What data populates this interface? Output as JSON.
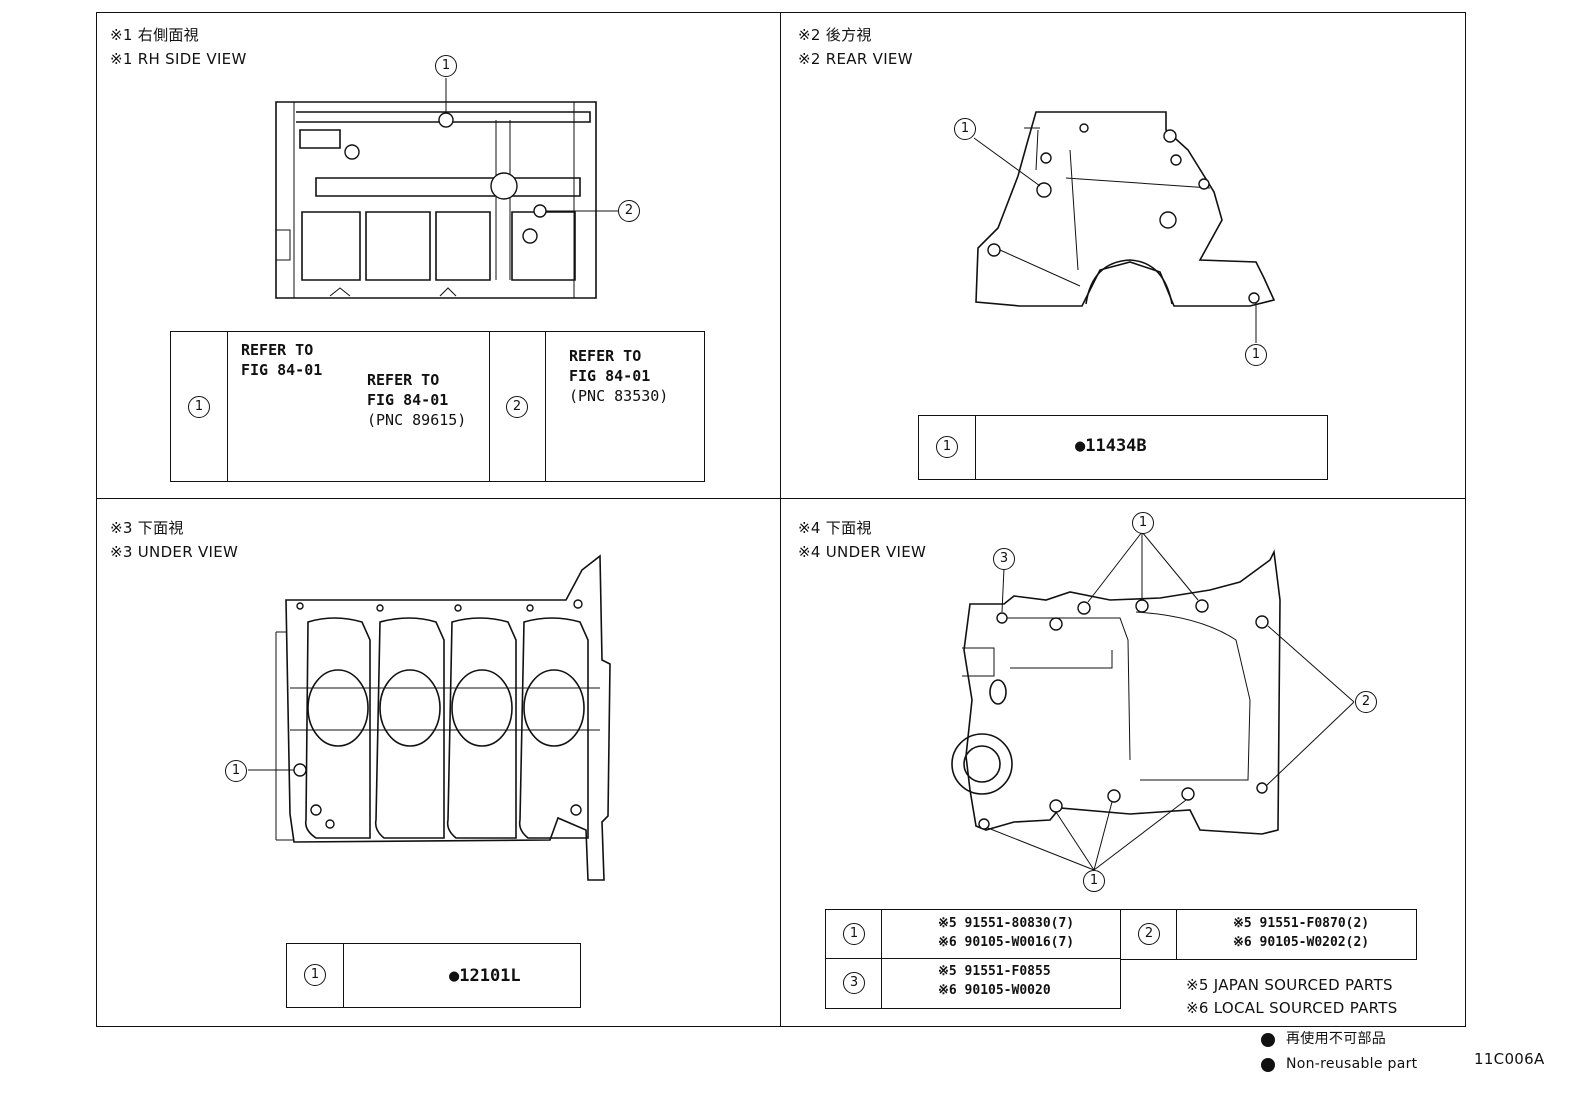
{
  "panels": {
    "rh_side": {
      "title_jp": "※1 右側面視",
      "title_en": "※1 RH SIDE VIEW"
    },
    "rear": {
      "title_jp": "※2 後方視",
      "title_en": "※2 REAR VIEW"
    },
    "under3": {
      "title_jp": "※3 下面視",
      "title_en": "※3 UNDER VIEW"
    },
    "under4": {
      "title_jp": "※4 下面視",
      "title_en": "※4 UNDER VIEW"
    }
  },
  "callouts": {
    "one": "1",
    "two": "2",
    "three": "3"
  },
  "rh_table": {
    "refer_a_line1": "REFER TO",
    "refer_a_line2": "FIG 84-01",
    "refer_b_line1": "REFER TO",
    "refer_b_line2": "FIG 84-01",
    "refer_b_pnc": "(PNC 89615)",
    "refer_c_line1": "REFER TO",
    "refer_c_line2": "FIG 84-01",
    "refer_c_pnc": "(PNC 83530)"
  },
  "rear_table": {
    "part": "●11434B"
  },
  "under3_table": {
    "part": "●12101L"
  },
  "under4_table": {
    "row1_a": "※5 91551-80830(7)",
    "row1_b": "※6 90105-W0016(7)",
    "row2_a": "※5 91551-F0870(2)",
    "row2_b": "※6 90105-W0202(2)",
    "row3_a": "※5 91551-F0855",
    "row3_b": "※6 90105-W0020"
  },
  "notes": {
    "japan": "※5 JAPAN SOURCED PARTS",
    "local": "※6 LOCAL SOURCED PARTS"
  },
  "legend": {
    "jp": "再使用不可部品",
    "en": "Non-reusable part"
  },
  "diagram_code": "11C006A"
}
